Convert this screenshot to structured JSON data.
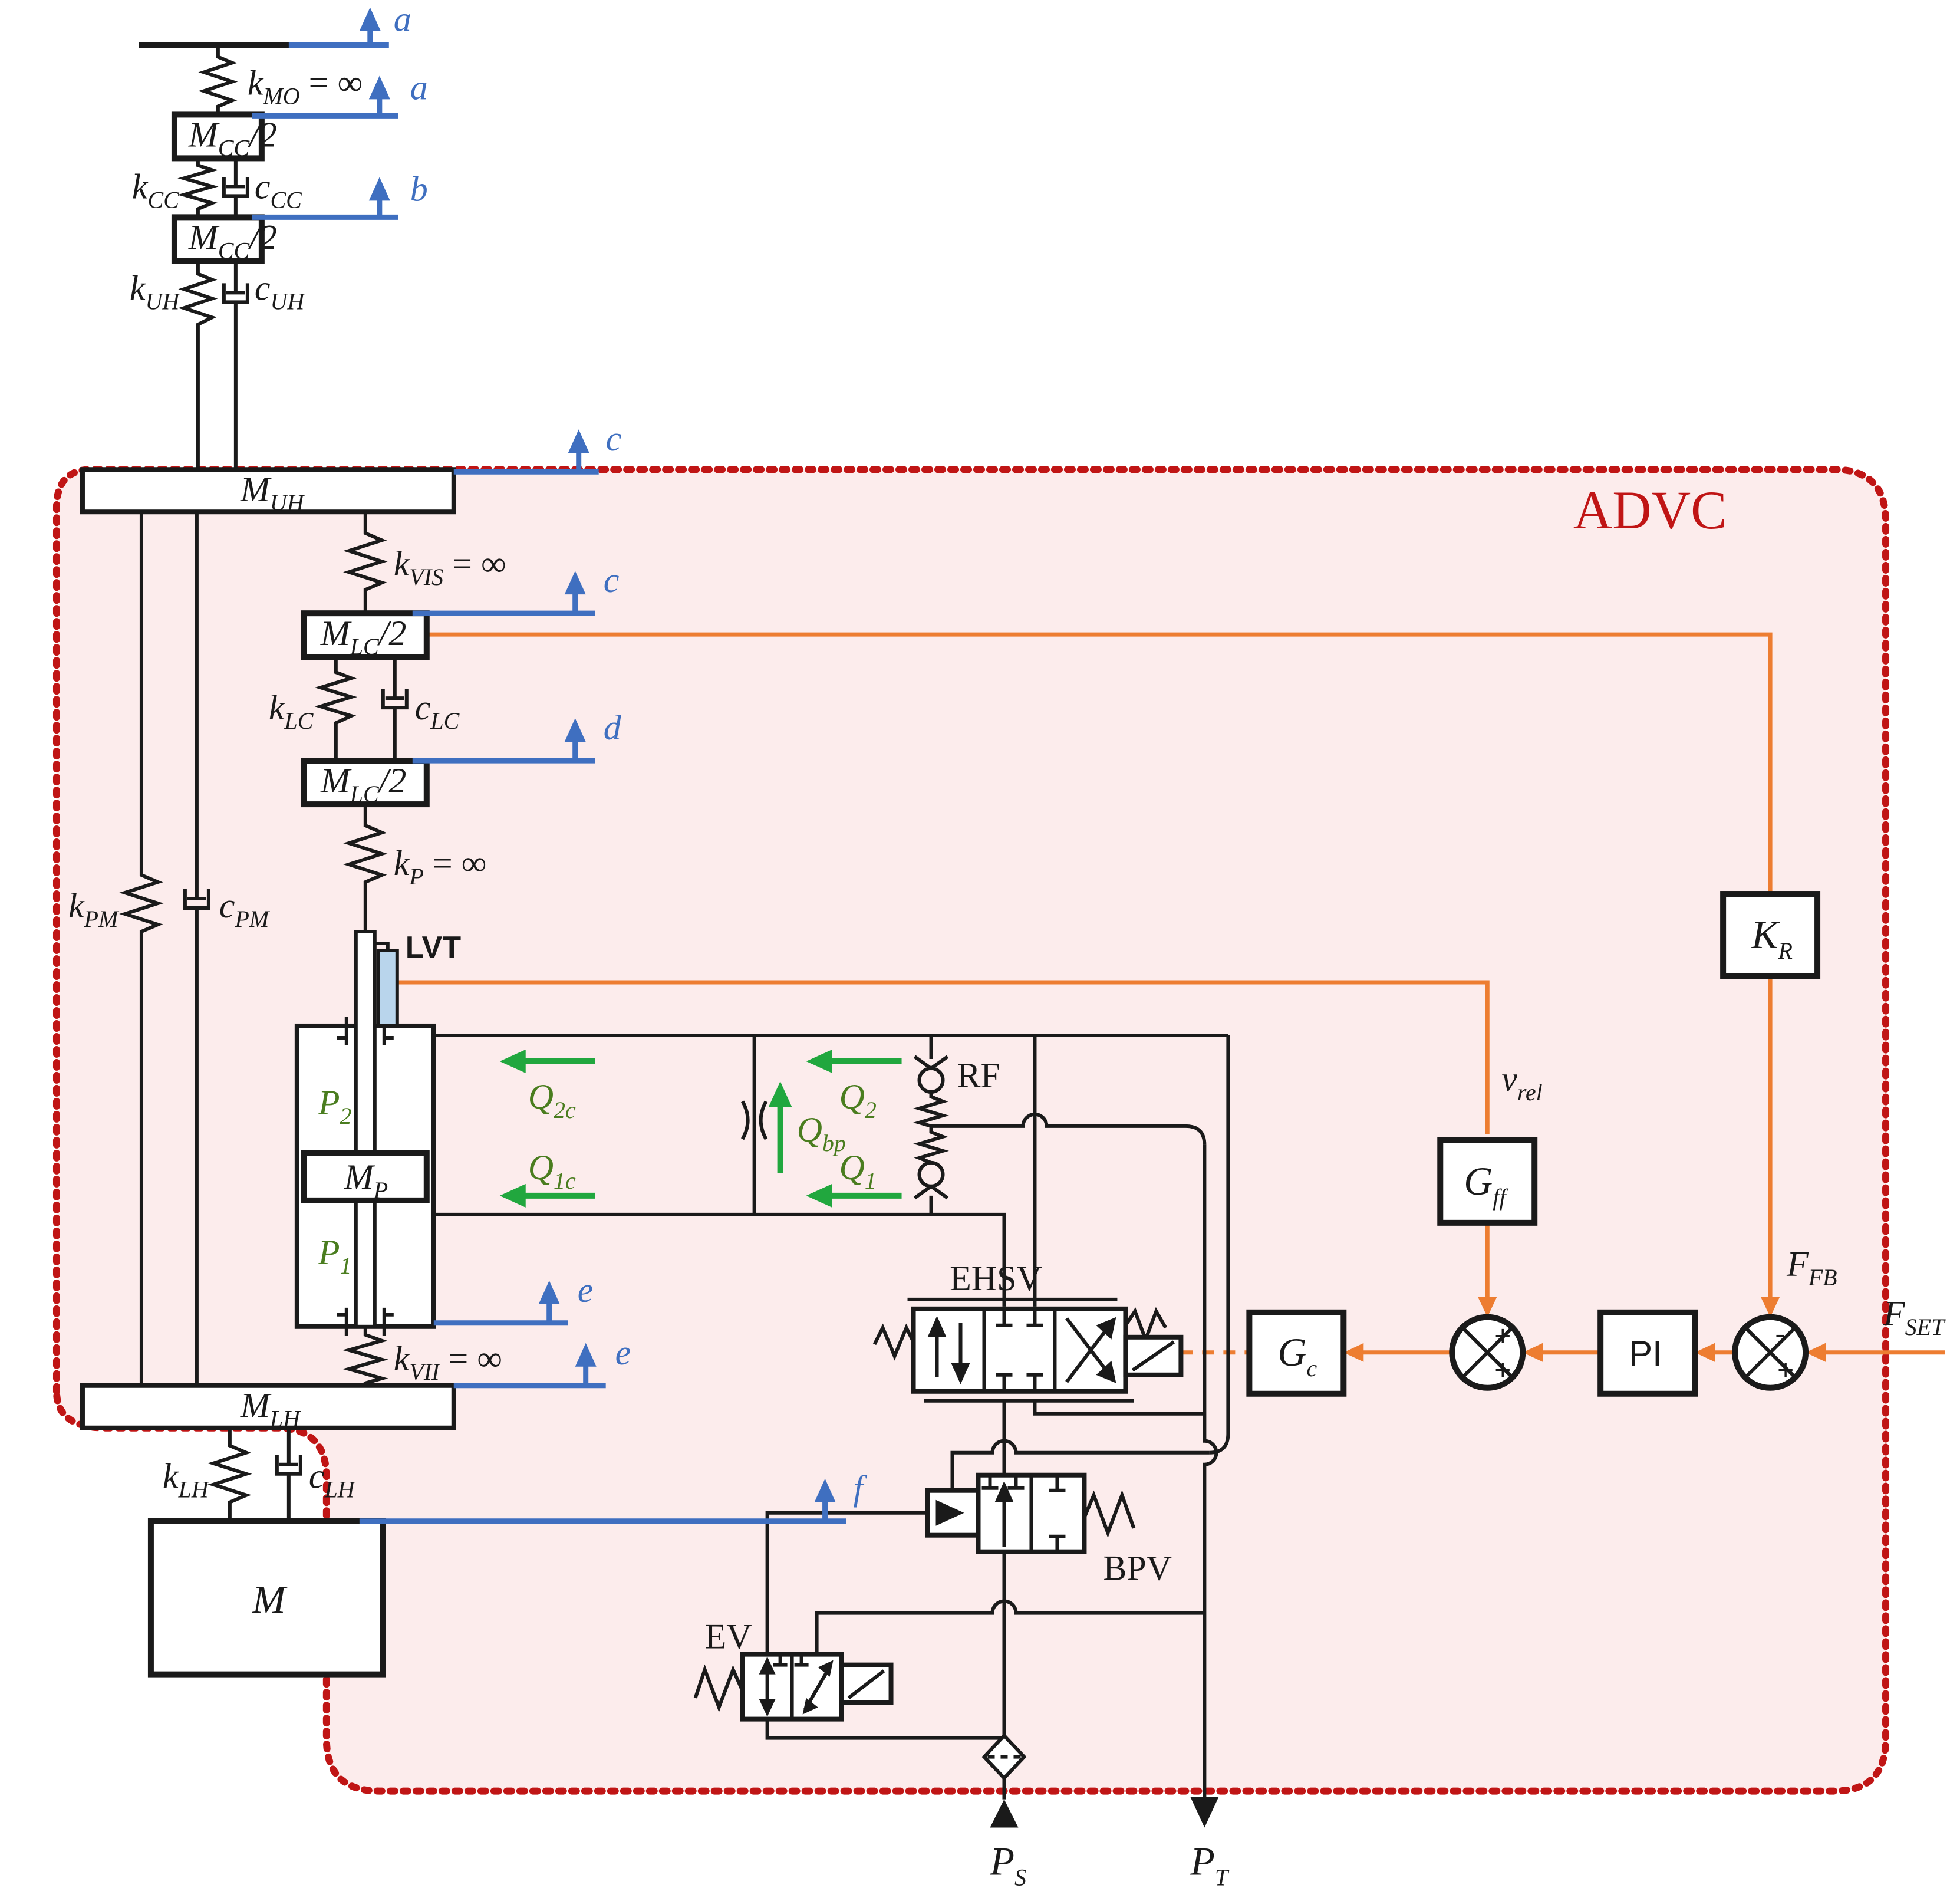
{
  "colors": {
    "advc_border": "#c01515",
    "advc_fill": "#fcecec",
    "motion_blue": "#3f6fc0",
    "signal_orange": "#ed7d31",
    "flow_green": "#21a73e",
    "flow_label_green": "#4a7d1f",
    "lvt_fill": "#b9d5ec",
    "line_black": "#1a1a1a"
  },
  "region_label": "ADVC",
  "labels": {
    "a1": {
      "b": "a"
    },
    "a2": {
      "b": "a"
    },
    "b": {
      "b": "b"
    },
    "c1": {
      "b": "c"
    },
    "c2": {
      "b": "c"
    },
    "d": {
      "b": "d"
    },
    "e1": {
      "b": "e"
    },
    "e2": {
      "b": "e"
    },
    "f": {
      "b": "f"
    },
    "k_MO": {
      "b": "k",
      "s": "MO",
      "r": " = ∞"
    },
    "M_CC_half": {
      "b": "M",
      "s": "CC",
      "r": "/2"
    },
    "k_CC": {
      "b": "k",
      "s": "CC"
    },
    "c_CC": {
      "b": "c",
      "s": "CC"
    },
    "k_UH": {
      "b": "k",
      "s": "UH"
    },
    "c_UH": {
      "b": "c",
      "s": "UH"
    },
    "M_UH": {
      "b": "M",
      "s": "UH"
    },
    "k_VIS": {
      "b": "k",
      "s": "VIS",
      "r": " = ∞"
    },
    "M_LC_half": {
      "b": "M",
      "s": "LC",
      "r": "/2"
    },
    "k_LC": {
      "b": "k",
      "s": "LC"
    },
    "c_LC": {
      "b": "c",
      "s": "LC"
    },
    "k_P": {
      "b": "k",
      "s": "P",
      "r": " = ∞"
    },
    "k_PM": {
      "b": "k",
      "s": "PM"
    },
    "c_PM": {
      "b": "c",
      "s": "PM"
    },
    "LVT": {
      "b": "LVT"
    },
    "P2": {
      "b": "P",
      "s": "2"
    },
    "M_P": {
      "b": "M",
      "s": "P"
    },
    "P1": {
      "b": "P",
      "s": "1"
    },
    "Q2c": {
      "b": "Q",
      "s": "2c"
    },
    "Q2": {
      "b": "Q",
      "s": "2"
    },
    "Qbp": {
      "b": "Q",
      "s": "bp"
    },
    "Q1c": {
      "b": "Q",
      "s": "1c"
    },
    "Q1": {
      "b": "Q",
      "s": "1"
    },
    "RF": {
      "b": "RF"
    },
    "k_VII": {
      "b": "k",
      "s": "VII",
      "r": " = ∞"
    },
    "M_LH": {
      "b": "M",
      "s": "LH"
    },
    "k_LH": {
      "b": "k",
      "s": "LH"
    },
    "c_LH": {
      "b": "c",
      "s": "LH"
    },
    "M": {
      "b": "M"
    },
    "EHSV": {
      "b": "EHSV"
    },
    "BPV": {
      "b": "BPV"
    },
    "EV": {
      "b": "EV"
    },
    "P_S": {
      "b": "P",
      "s": "S"
    },
    "P_T": {
      "b": "P",
      "s": "T"
    },
    "G_c": {
      "b": "G",
      "s": "c"
    },
    "G_ff": {
      "b": "G",
      "s": "ff"
    },
    "K_R": {
      "b": "K",
      "s": "R"
    },
    "PI": {
      "b": "PI"
    },
    "v_rel": {
      "b": "v",
      "s": "rel"
    },
    "F_FB": {
      "b": "F",
      "s": "FB"
    },
    "F_SET": {
      "b": "F",
      "s": "SET"
    },
    "sum_ff_top": "+",
    "sum_ff_right": "+",
    "sum_fb_top": "-",
    "sum_fb_right": "+"
  }
}
